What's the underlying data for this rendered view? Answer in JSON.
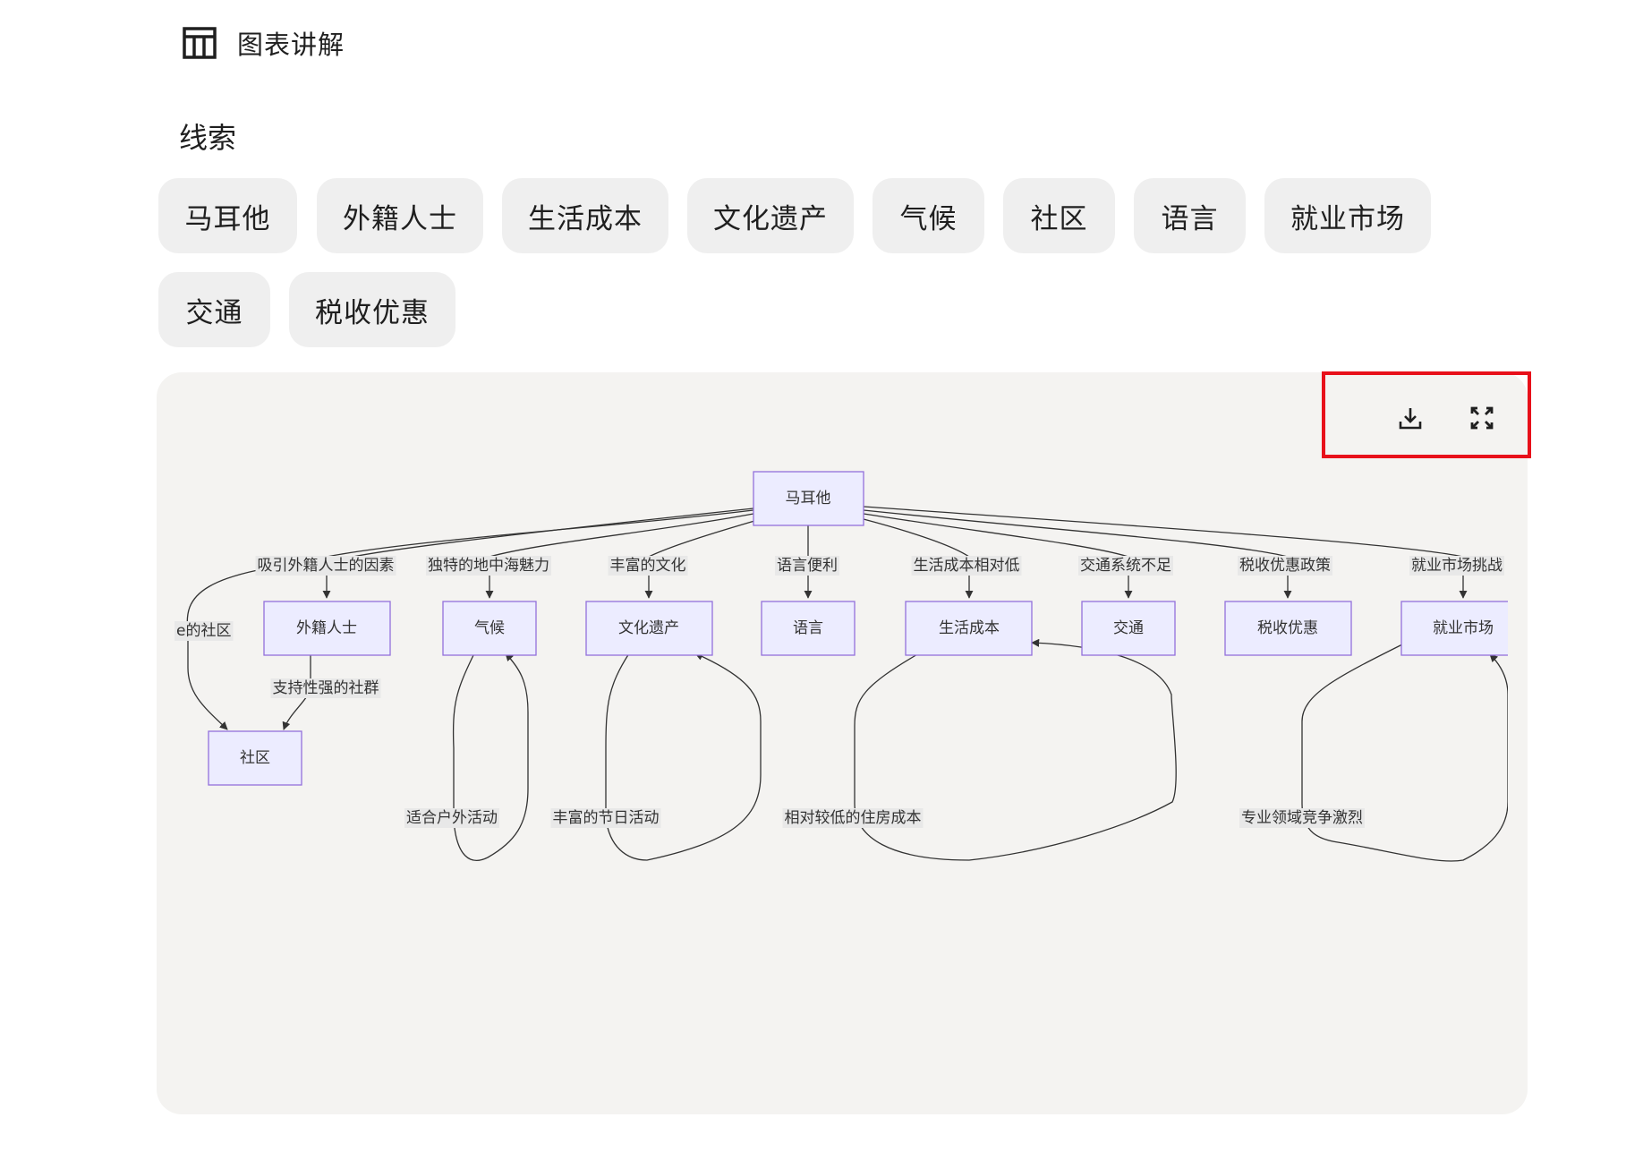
{
  "header": {
    "title": "图表讲解",
    "icon": "table-icon"
  },
  "clues": {
    "title": "线索",
    "chips": [
      "马耳他",
      "外籍人士",
      "生活成本",
      "文化遗产",
      "气候",
      "社区",
      "语言",
      "就业市场",
      "交通",
      "税收优惠"
    ]
  },
  "diagram": {
    "toolbar": {
      "download_icon": "download-icon",
      "fullscreen_icon": "fullscreen-icon"
    },
    "nodes": {
      "malta": "马耳他",
      "expats": "外籍人士",
      "climate": "气候",
      "heritage": "文化遗产",
      "language": "语言",
      "cost": "生活成本",
      "transport": "交通",
      "tax": "税收优惠",
      "jobs": "就业市场",
      "community": "社区"
    },
    "edge_labels": {
      "attract": "吸引外籍人士的因素",
      "mediterranean": "独特的地中海魅力",
      "rich_culture": "丰富的文化",
      "lang_conv": "语言便利",
      "low_cost": "生活成本相对低",
      "transport_weak": "交通系统不足",
      "tax_policy": "税收优惠政策",
      "job_challenge": "就业市场挑战",
      "community_partial": "e的社区",
      "support": "支持性强的社群",
      "outdoor": "适合户外活动",
      "festival": "丰富的节日活动",
      "housing": "相对较低的住房成本",
      "competition": "专业领域竞争激烈"
    }
  }
}
